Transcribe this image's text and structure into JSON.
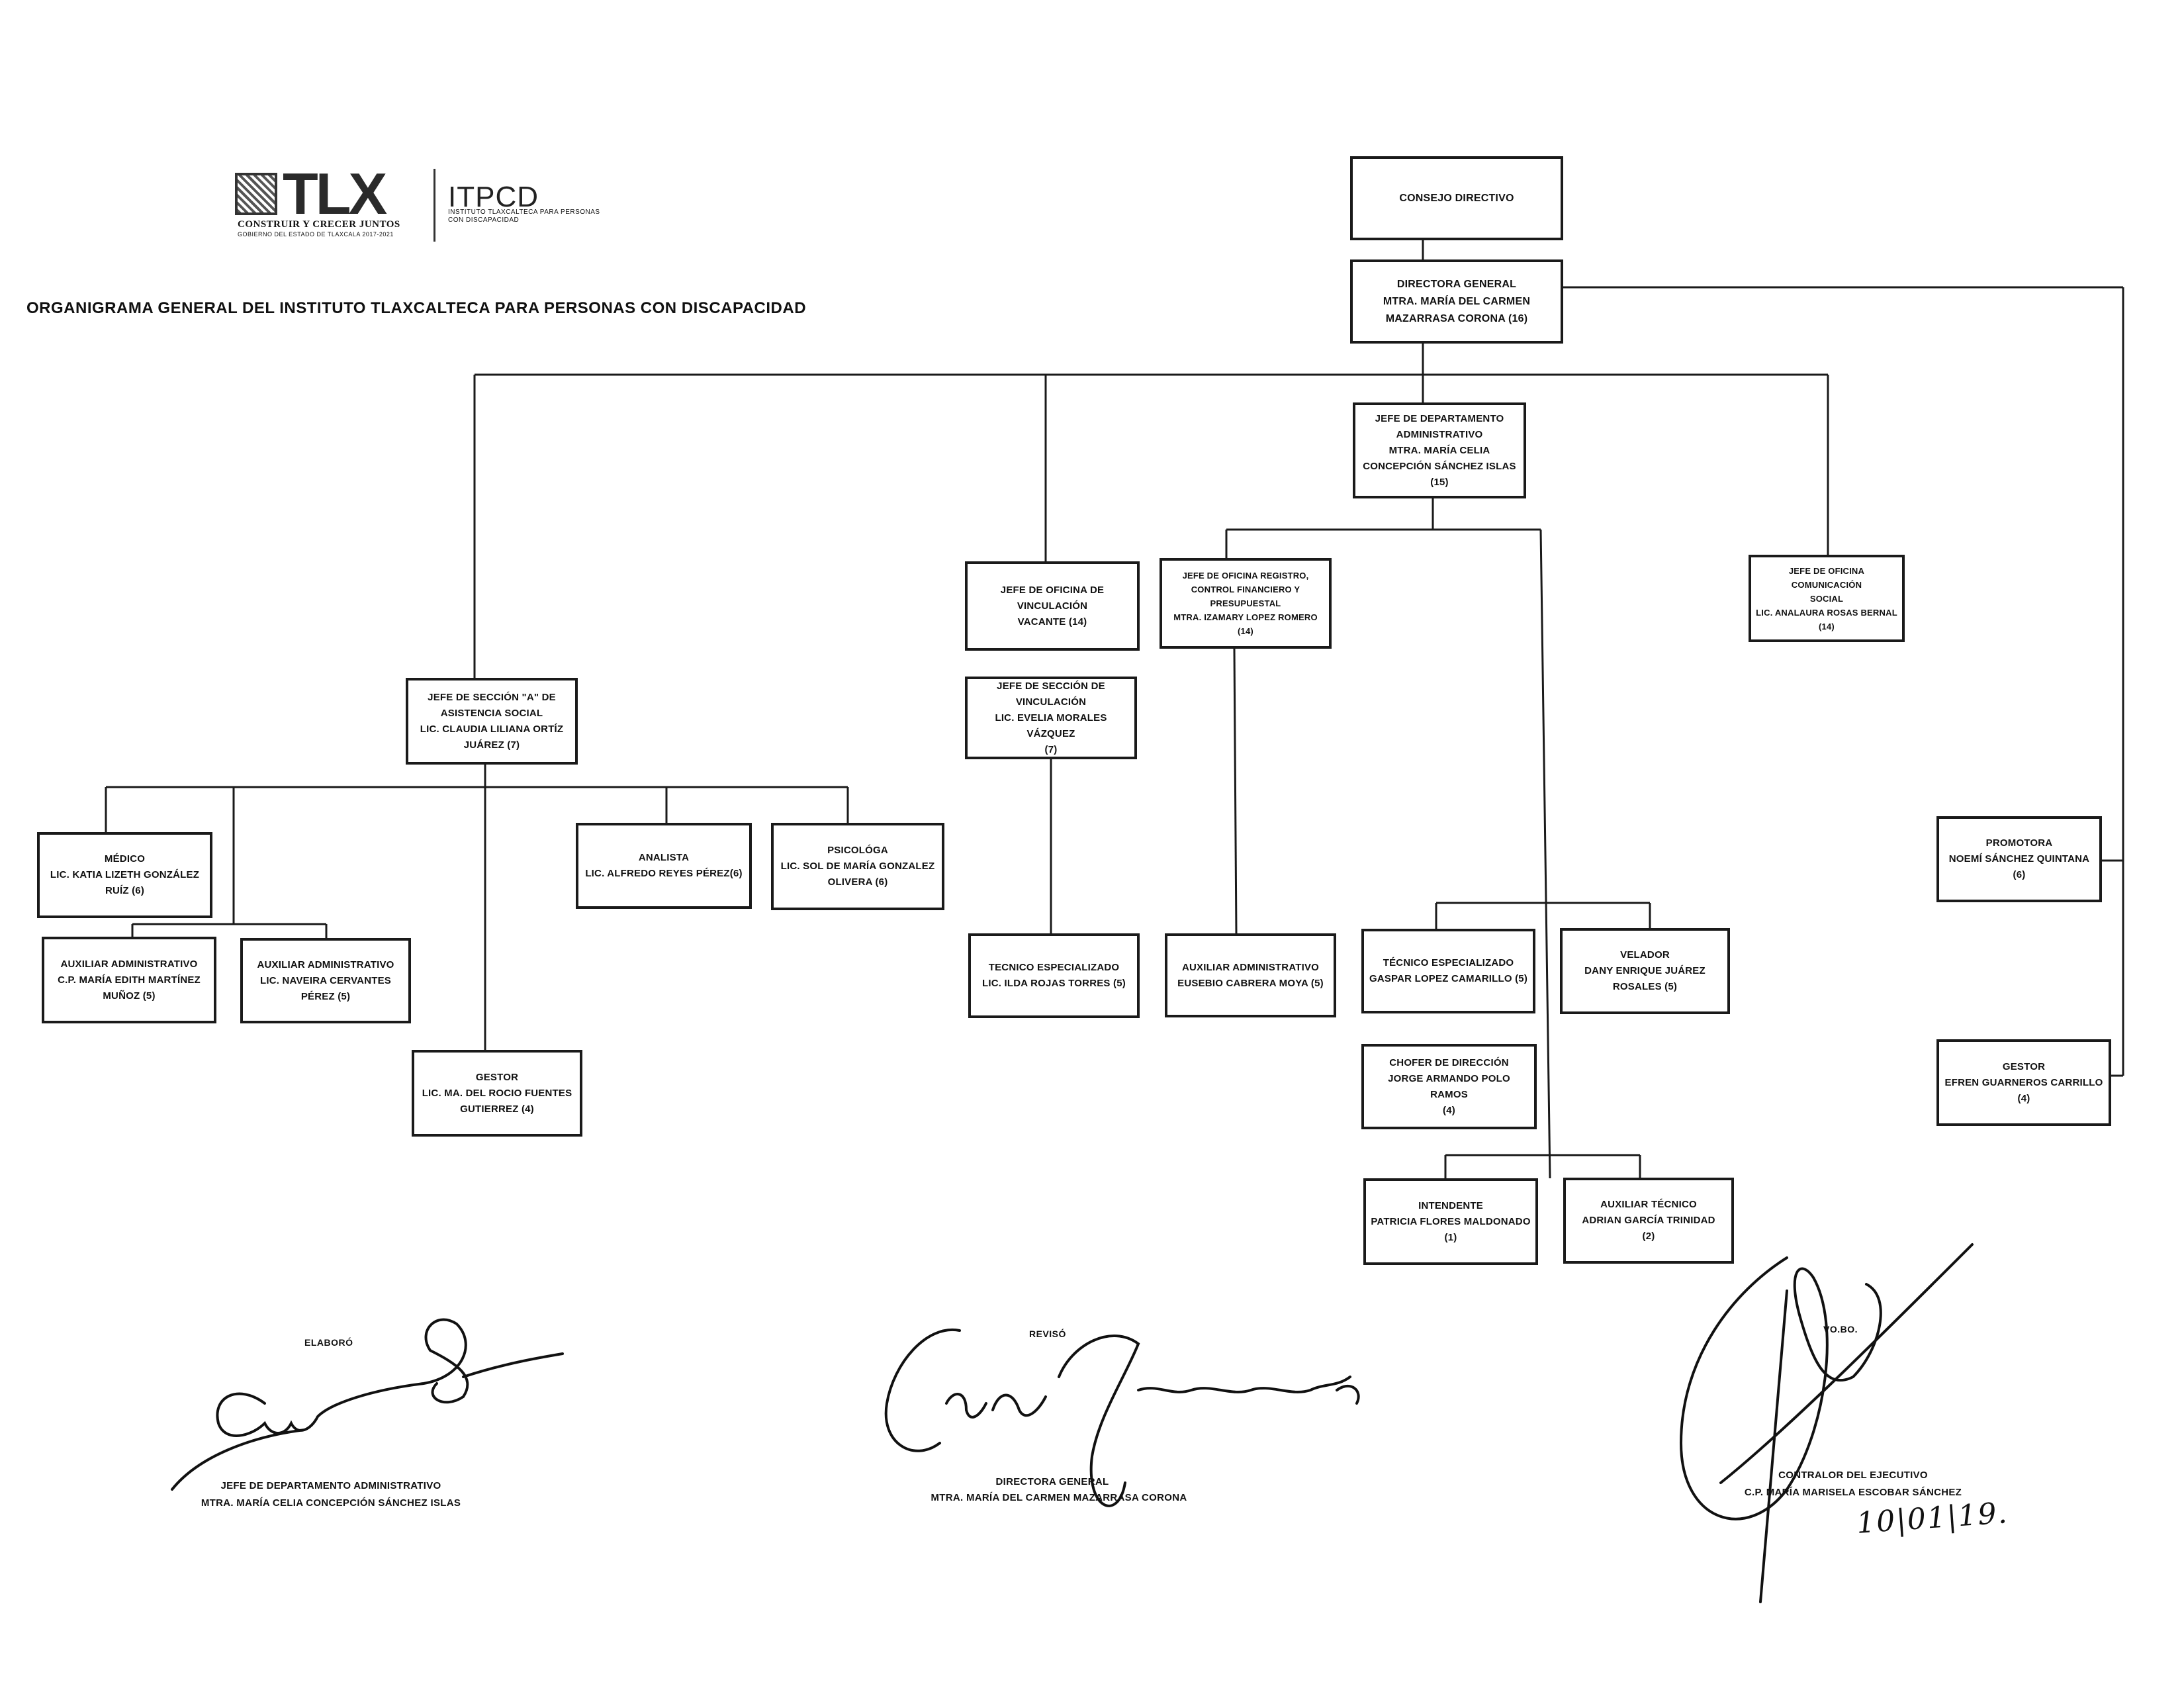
{
  "logo": {
    "brand": "TLX",
    "slogan": "CONSTRUIR Y CRECER JUNTOS",
    "government": "GOBIERNO DEL ESTADO DE TLAXCALA 2017-2021",
    "acronym": "ITPCD",
    "institute": "INSTITUTO TLAXCALTECA PARA PERSONAS CON DISCAPACIDAD"
  },
  "title": "ORGANIGRAMA GENERAL DEL INSTITUTO TLAXCALTECA PARA PERSONAS CON DISCAPACIDAD",
  "nodes": [
    {
      "id": "consejo",
      "lines": [
        "CONSEJO DIRECTIVO"
      ]
    },
    {
      "id": "directora",
      "lines": [
        "DIRECTORA GENERAL",
        "MTRA. MARÍA DEL CARMEN",
        "MAZARRASA CORONA (16)"
      ]
    },
    {
      "id": "jefe-depto",
      "lines": [
        "JEFE DE DEPARTAMENTO",
        "ADMINISTRATIVO",
        "MTRA. MARÍA CELIA",
        "CONCEPCIÓN SÁNCHEZ ISLAS",
        "(15)"
      ]
    },
    {
      "id": "vinculacion",
      "lines": [
        "JEFE DE OFICINA DE",
        "VINCULACIÓN",
        "VACANTE (14)"
      ]
    },
    {
      "id": "registro",
      "lines": [
        "JEFE DE OFICINA REGISTRO,",
        "CONTROL FINANCIERO Y",
        "PRESUPUESTAL",
        "MTRA. IZAMARY LOPEZ ROMERO",
        "(14)"
      ]
    },
    {
      "id": "comunicacion",
      "lines": [
        "JEFE DE OFICINA COMUNICACIÓN",
        "SOCIAL",
        "LIC. ANALAURA ROSAS BERNAL",
        "(14)"
      ]
    },
    {
      "id": "seccion-a",
      "lines": [
        "JEFE DE SECCIÓN \"A\" DE",
        "ASISTENCIA SOCIAL",
        "LIC. CLAUDIA LILIANA ORTÍZ",
        "JUÁREZ (7)"
      ]
    },
    {
      "id": "seccion-vinc",
      "lines": [
        "JEFE DE SECCIÓN DE",
        "VINCULACIÓN",
        "LIC. EVELIA MORALES VÁZQUEZ",
        "(7)"
      ]
    },
    {
      "id": "medico",
      "lines": [
        "MÉDICO",
        "LIC. KATIA LIZETH GONZÁLEZ",
        "RUÍZ (6)"
      ]
    },
    {
      "id": "analista",
      "lines": [
        "ANALISTA",
        "LIC. ALFREDO REYES PÉREZ(6)"
      ]
    },
    {
      "id": "psicologa",
      "lines": [
        "PSICOLÓGA",
        "LIC. SOL DE MARÍA GONZALEZ",
        "OLIVERA (6)"
      ]
    },
    {
      "id": "aux-adm-1",
      "lines": [
        "AUXILIAR ADMINISTRATIVO",
        "C.P. MARÍA EDITH MARTÍNEZ",
        "MUÑOZ (5)"
      ]
    },
    {
      "id": "aux-adm-2",
      "lines": [
        "AUXILIAR ADMINISTRATIVO",
        "LIC. NAVEIRA CERVANTES",
        "PÉREZ (5)"
      ]
    },
    {
      "id": "gestor-1",
      "lines": [
        "GESTOR",
        "LIC. MA. DEL ROCIO FUENTES",
        "GUTIERREZ (4)"
      ]
    },
    {
      "id": "tecnico-1",
      "lines": [
        "TECNICO ESPECIALIZADO",
        "LIC. ILDA ROJAS TORRES (5)"
      ]
    },
    {
      "id": "aux-adm-3",
      "lines": [
        "AUXILIAR ADMINISTRATIVO",
        "EUSEBIO CABRERA MOYA (5)"
      ]
    },
    {
      "id": "tecnico-2",
      "lines": [
        "TÉCNICO ESPECIALIZADO",
        "GASPAR LOPEZ CAMARILLO (5)"
      ]
    },
    {
      "id": "velador",
      "lines": [
        "VELADOR",
        "DANY ENRIQUE JUÁREZ",
        "ROSALES (5)"
      ]
    },
    {
      "id": "chofer",
      "lines": [
        "CHOFER DE DIRECCIÓN",
        "JORGE ARMANDO POLO RAMOS",
        "(4)"
      ]
    },
    {
      "id": "intendente",
      "lines": [
        "INTENDENTE",
        "PATRICIA FLORES MALDONADO",
        "(1)"
      ]
    },
    {
      "id": "aux-tecnico",
      "lines": [
        "AUXILIAR TÉCNICO",
        "ADRIAN GARCÍA TRINIDAD",
        "(2)"
      ]
    },
    {
      "id": "promotora",
      "lines": [
        "PROMOTORA",
        "NOEMÍ SÁNCHEZ QUINTANA",
        "(6)"
      ]
    },
    {
      "id": "gestor-2",
      "lines": [
        "GESTOR",
        "EFREN GUARNEROS CARRILLO",
        "(4)"
      ]
    }
  ],
  "signatures": {
    "elaboro": {
      "label": "ELABORÓ",
      "role": "JEFE DE DEPARTAMENTO ADMINISTRATIVO",
      "name": "MTRA. MARÍA CELIA CONCEPCIÓN SÁNCHEZ ISLAS"
    },
    "reviso": {
      "label": "REVISÓ",
      "role": "DIRECTORA GENERAL",
      "name": "MTRA. MARÍA DEL CARMEN MAZARRASA CORONA"
    },
    "vobo": {
      "label": "VO.BO.",
      "role": "CONTRALOR DEL EJECUTIVO",
      "name": "C.P. MARÍA MARISELA ESCOBAR SÁNCHEZ"
    }
  },
  "date": "10|01|19."
}
